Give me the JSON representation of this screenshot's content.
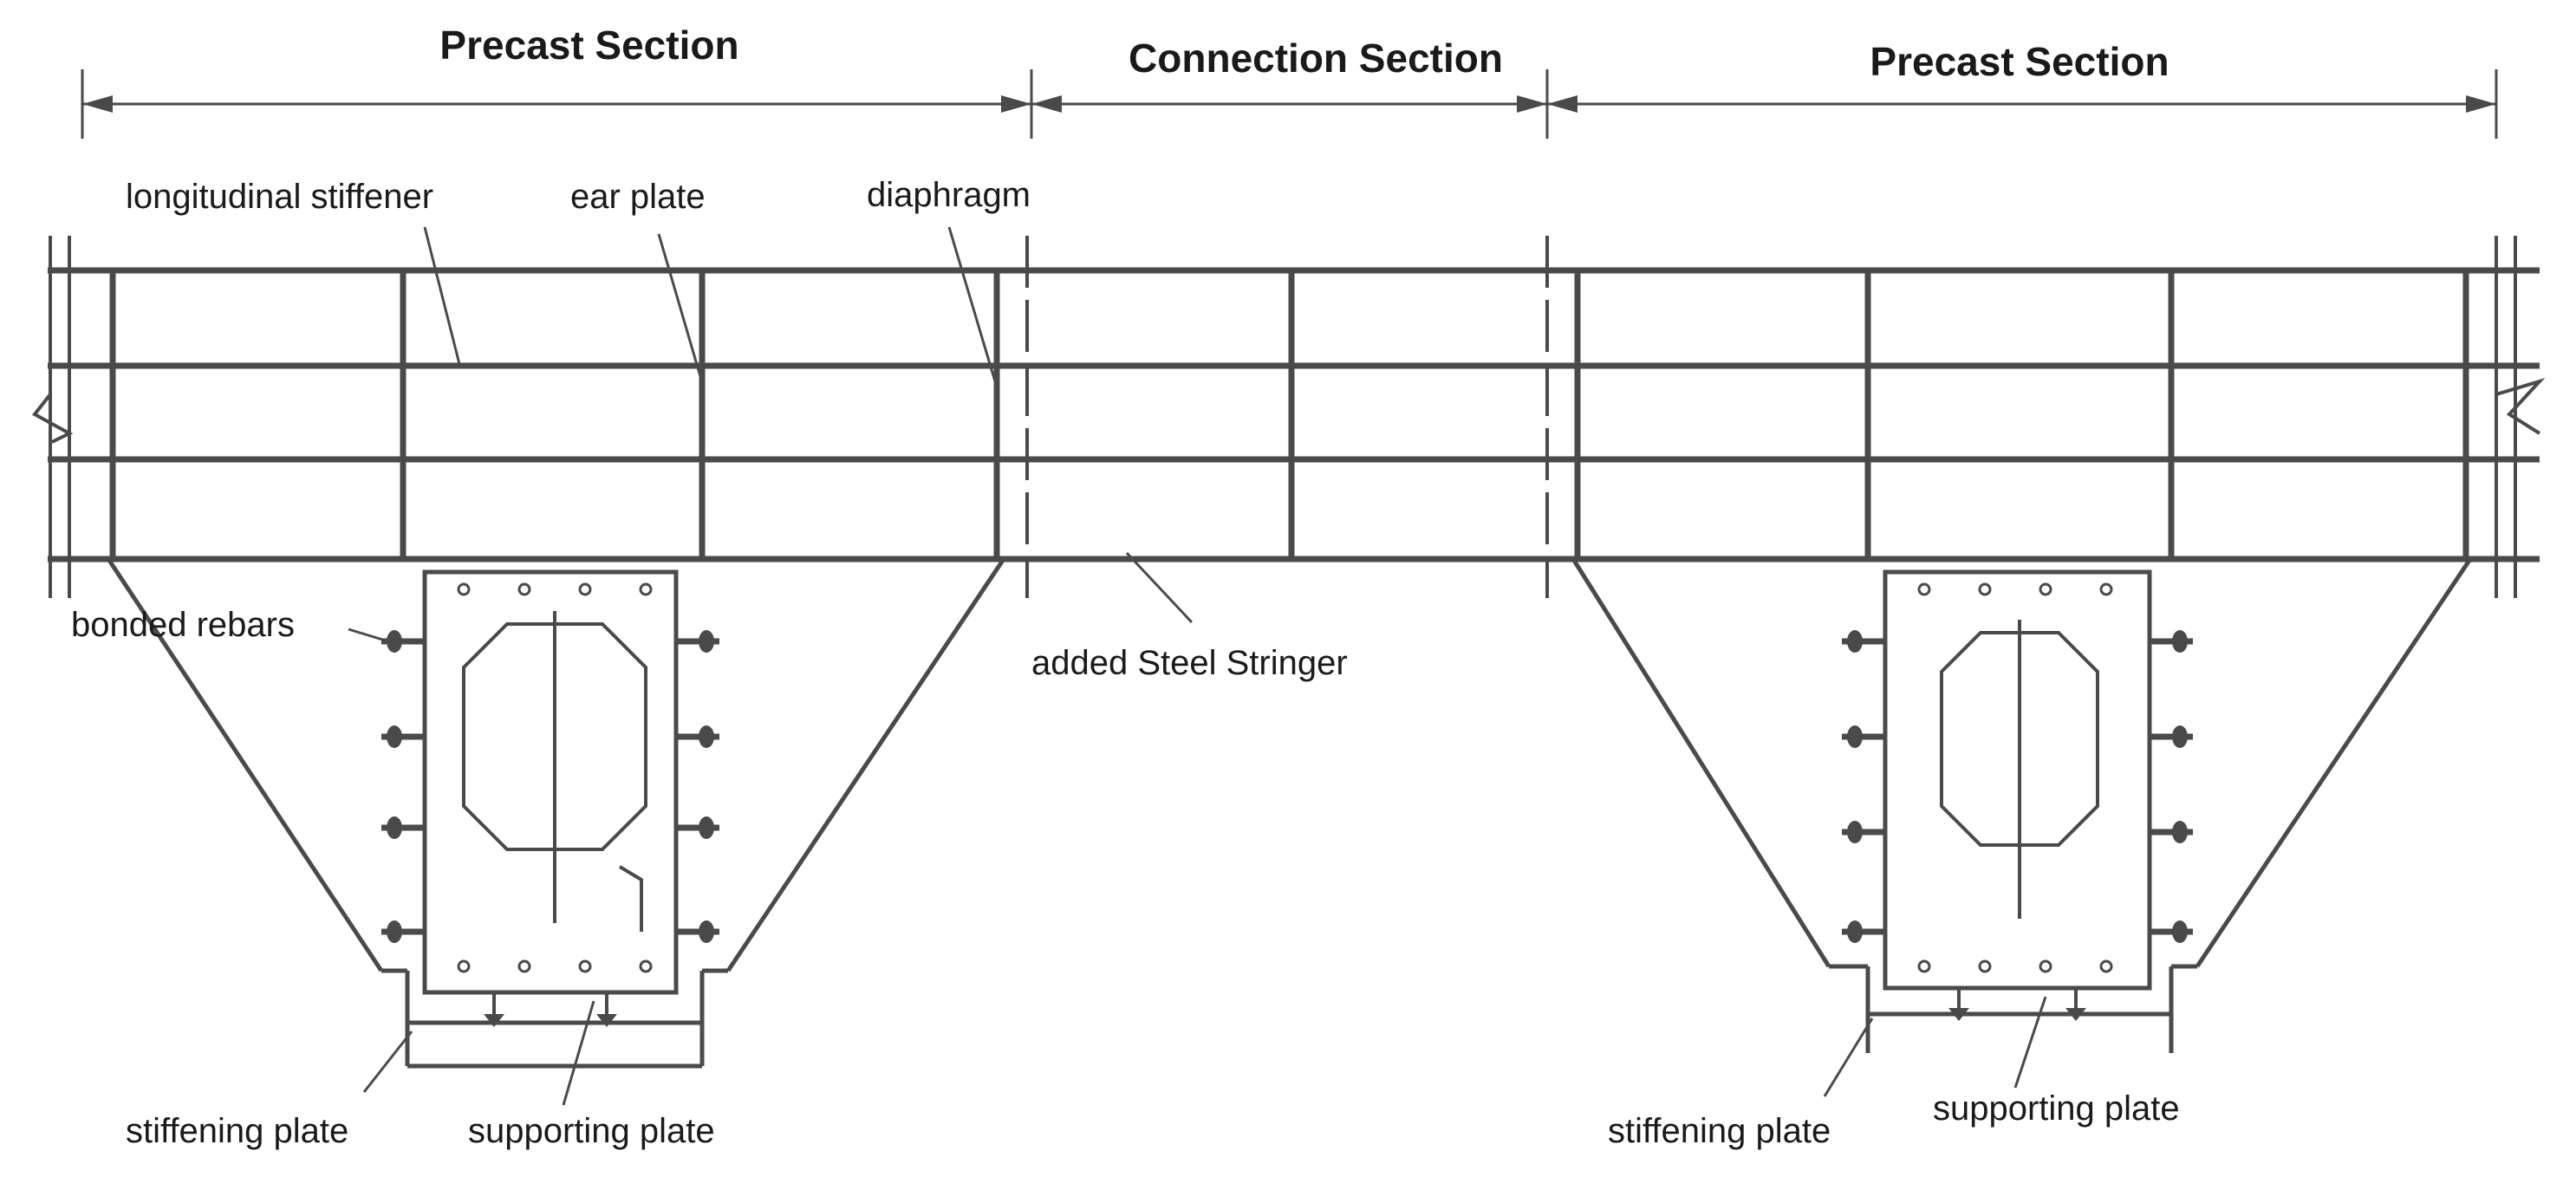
{
  "titles": {
    "precast_left": "Precast Section",
    "connection": "Connection Section",
    "precast_right": "Precast Section"
  },
  "labels": {
    "longitudinal_stiffener": "longitudinal stiffener",
    "ear_plate": "ear plate",
    "diaphragm": "diaphragm",
    "bonded_rebars": "bonded rebars",
    "added_steel_stringer": "added Steel Stringer",
    "stiffening_plate_left": "stiffening plate",
    "supporting_plate_left": "supporting plate",
    "stiffening_plate_right": "stiffening plate",
    "supporting_plate_right": "supporting plate"
  },
  "colors": {
    "line": "#4a4a4a",
    "text": "#1a1a1a",
    "background": "#ffffff"
  }
}
